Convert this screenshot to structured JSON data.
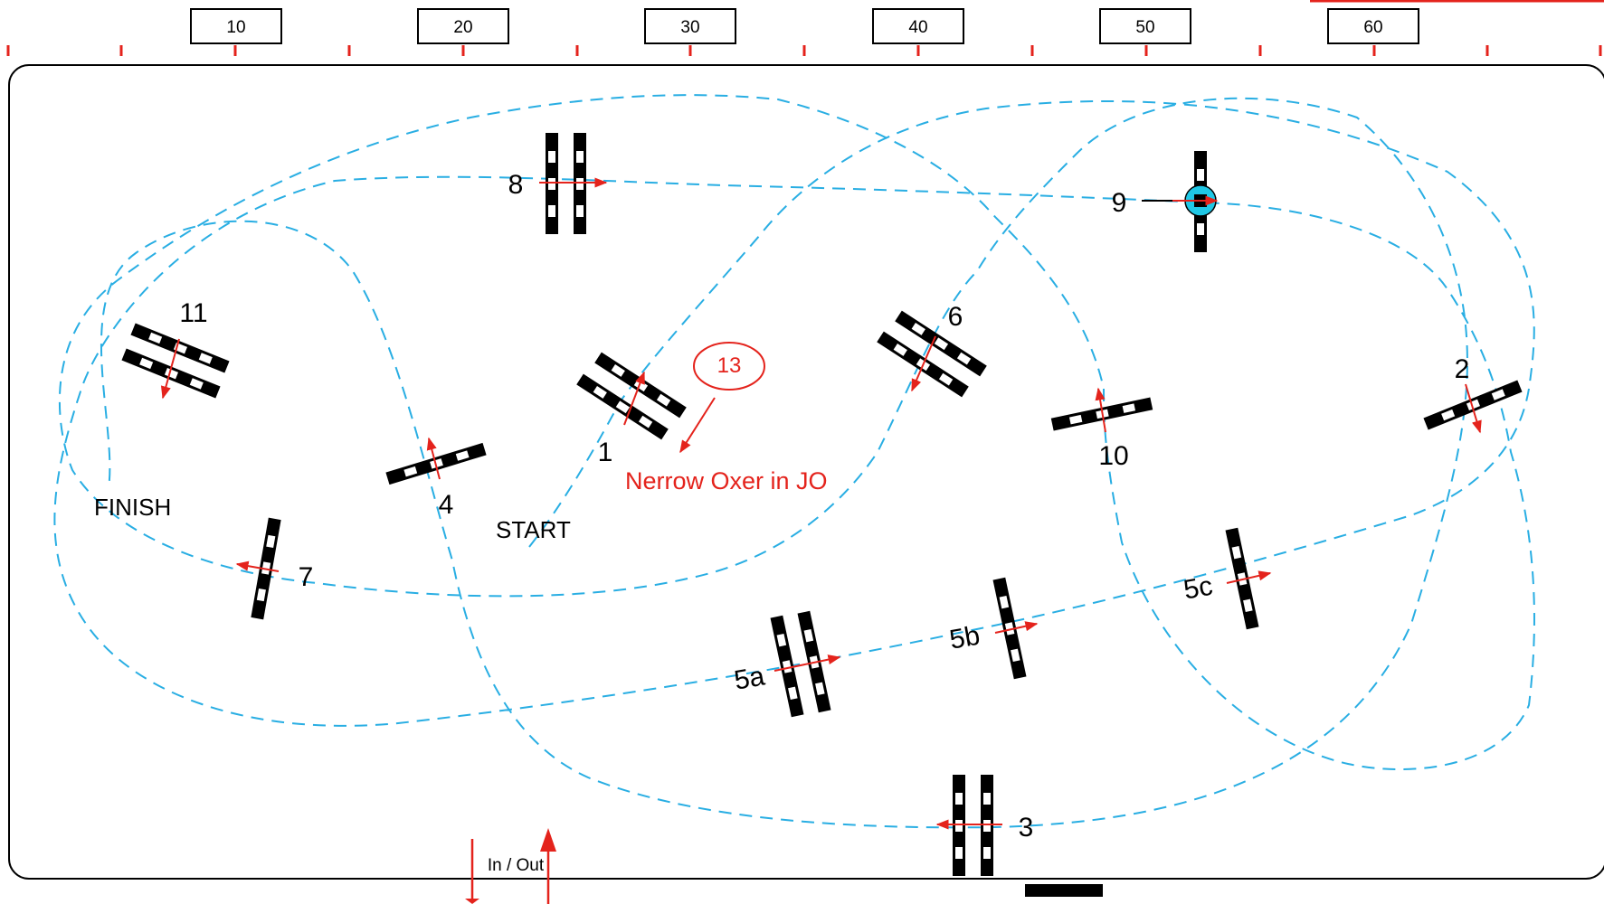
{
  "ruler": {
    "marks": [
      "10",
      "20",
      "30",
      "40",
      "50",
      "60"
    ]
  },
  "labels": {
    "start": "START",
    "finish": "FINISH",
    "in_out": "In / Out",
    "note_number": "13",
    "note_text": "Nerrow Oxer in JO"
  },
  "fences": {
    "f1": "1",
    "f2": "2",
    "f3": "3",
    "f4": "4",
    "f5a": "5a",
    "f5b": "5b",
    "f5c": "5c",
    "f6": "6",
    "f7": "7",
    "f8": "8",
    "f9": "9",
    "f10": "10",
    "f11": "11"
  },
  "colors": {
    "path": "#29aee3",
    "arrow": "#e4231c",
    "pole": "#000000",
    "marker": "#e4231c",
    "joker": "#1fc8e6"
  },
  "icons": [
    "arrow-down-icon",
    "arrow-up-icon",
    "joker-fence-icon"
  ]
}
